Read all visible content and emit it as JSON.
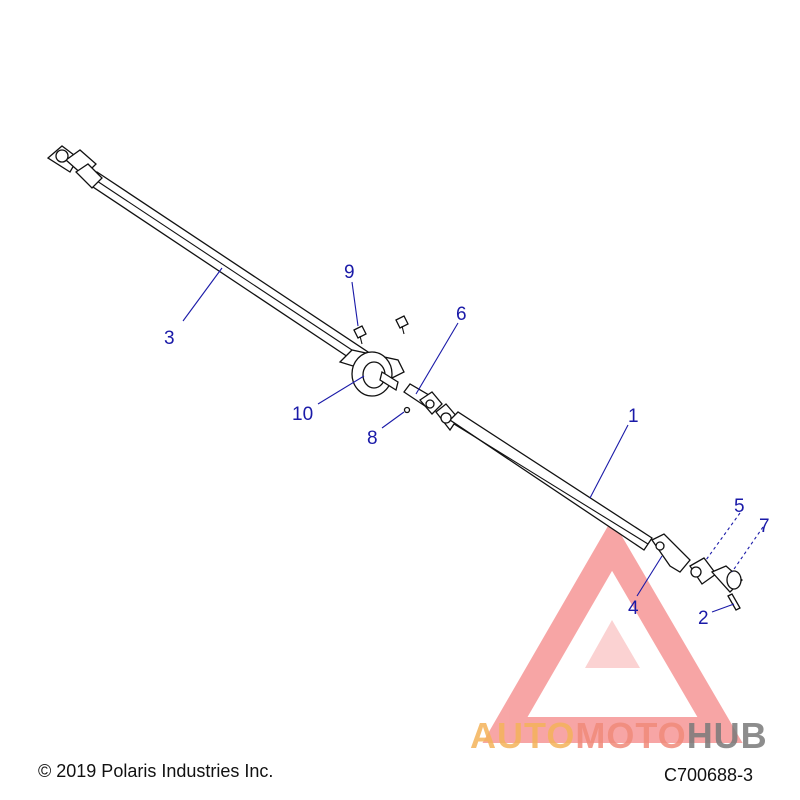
{
  "callouts": [
    {
      "id": "c1",
      "label": "1"
    },
    {
      "id": "c2",
      "label": "2"
    },
    {
      "id": "c3",
      "label": "3"
    },
    {
      "id": "c4",
      "label": "4"
    },
    {
      "id": "c5",
      "label": "5"
    },
    {
      "id": "c6",
      "label": "6"
    },
    {
      "id": "c7",
      "label": "7"
    },
    {
      "id": "c8",
      "label": "8"
    },
    {
      "id": "c9",
      "label": "9"
    },
    {
      "id": "c10",
      "label": "10"
    }
  ],
  "footer": {
    "copyright": "© 2019 Polaris Industries Inc.",
    "drawing_code": "C700688-3"
  },
  "watermark": {
    "part1": "AUTO",
    "part2": "MOTO",
    "part3": "HUB",
    "colors": {
      "auto": "#f4b35a",
      "moto": "#f08a7a",
      "hub": "#7a7a7a",
      "triangle": "#f26b6b"
    }
  },
  "colors": {
    "callout": "#1a1aa8",
    "linework": "#111111"
  }
}
